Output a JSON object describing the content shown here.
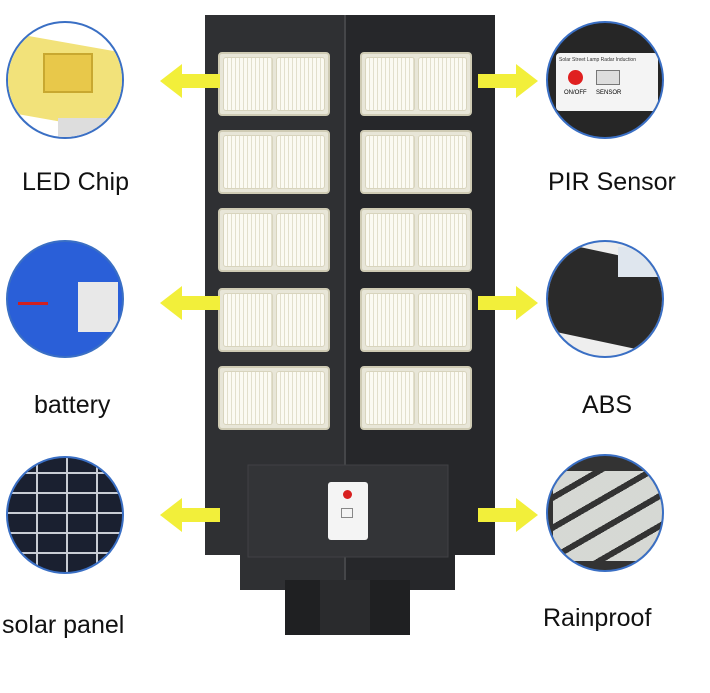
{
  "features": {
    "left": [
      {
        "label": "LED Chip",
        "icon": "led-chip"
      },
      {
        "label": "battery",
        "icon": "battery"
      },
      {
        "label": "solar panel",
        "icon": "solar-panel"
      }
    ],
    "right": [
      {
        "label": "PIR Sensor",
        "icon": "pir-sensor"
      },
      {
        "label": "ABS",
        "icon": "abs-housing"
      },
      {
        "label": "Rainproof",
        "icon": "rainproof"
      }
    ]
  },
  "sensor_panel": {
    "title": "Solar Street Lamp Radar Induction",
    "onoff_label": "ON/OFF",
    "sensor_label": "SENSOR"
  },
  "colors": {
    "arrow": "#f2ef3a",
    "circle_border": "#3a6fc4",
    "lamp_body": "#2b2c2e"
  }
}
